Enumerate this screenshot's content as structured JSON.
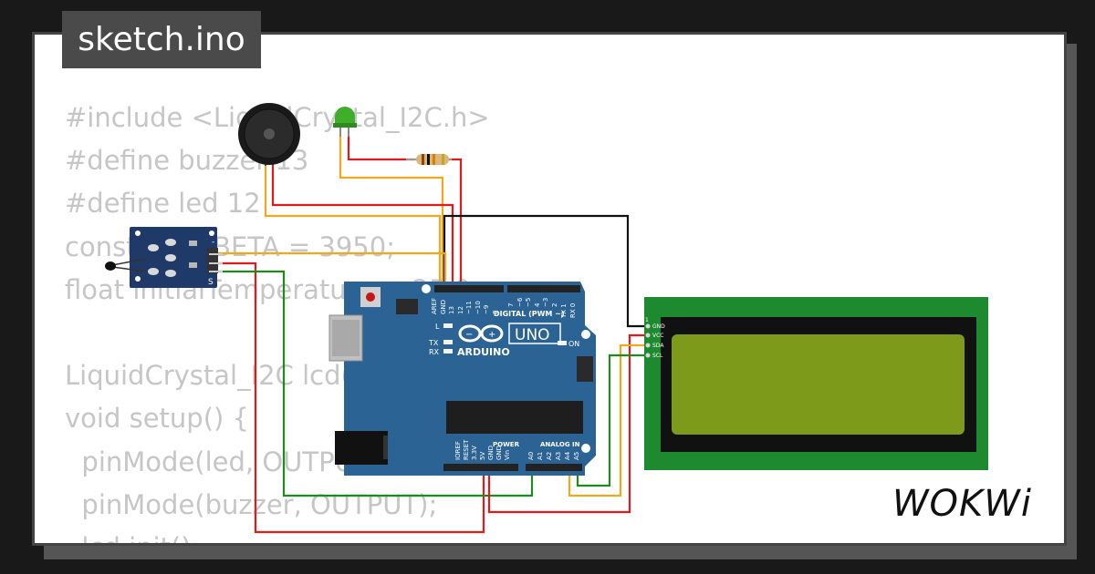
{
  "header": {
    "title": "sketch.ino"
  },
  "brand": {
    "logo_text": "WOKWi"
  },
  "code_lines": [
    "#include <LiquidCrystal_I2C.h>",
    "#define buzzer 13",
    "#define led 12",
    "const float BETA = 3950;",
    "float initialTemperature = 25.0;",
    "",
    "LiquidCrystal_I2C lcd(0x27, 16, 2);",
    "void setup() {",
    "  pinMode(led, OUTPUT);",
    "  pinMode(buzzer, OUTPUT);",
    "  lcd.init();"
  ],
  "arduino": {
    "brand": "ARDUINO",
    "model": "UNO",
    "digital_label": "DIGITAL (PWM ~)",
    "power_label": "POWER",
    "analog_label": "ANALOG IN",
    "on_label": "ON",
    "led_l": "L",
    "led_tx": "TX",
    "led_rx": "RX",
    "pin_labels_top": [
      "AREF",
      "GND",
      "13",
      "12",
      "~11",
      "~10",
      "~9",
      "8",
      "7",
      "~6",
      "~5",
      "4",
      "~3",
      "2",
      "TX 1",
      "RX 0"
    ],
    "pin_labels_power": [
      "IOREF",
      "RESET",
      "3.3V",
      "5V",
      "GND",
      "GND",
      "Vin"
    ],
    "pin_labels_analog": [
      "A0",
      "A1",
      "A2",
      "A3",
      "A4",
      "A5"
    ]
  },
  "lcd": {
    "pins": [
      "GND",
      "VCC",
      "SDA",
      "SCL"
    ],
    "pin1_label": "1"
  },
  "ntc_module": {
    "pin_labels": [
      "-",
      "S"
    ]
  },
  "colors": {
    "background": "#191919",
    "card": "#ffffff",
    "code_text": "#c6c6c6",
    "title_tab": "#4a4a4a",
    "arduino_board": "#2c6395",
    "lcd_pcb": "#1e8a2f",
    "lcd_screen": "#7d9a1a",
    "wire_red": "#e01b1b",
    "wire_orange": "#f0a81e",
    "wire_green": "#1e8a1e",
    "wire_black": "#111111"
  }
}
